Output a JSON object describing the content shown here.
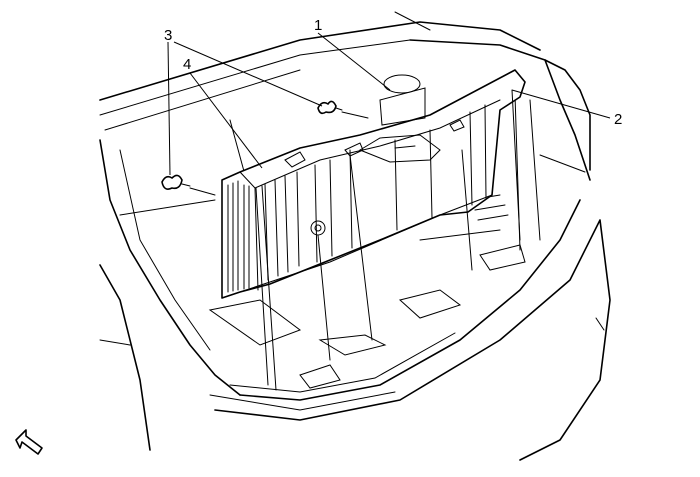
{
  "figure": {
    "callouts": [
      {
        "id": "1",
        "label": "1"
      },
      {
        "id": "2",
        "label": "2"
      },
      {
        "id": "3",
        "label": "3"
      },
      {
        "id": "4",
        "label": "4"
      }
    ],
    "icons": {
      "orientation": "front-arrow-icon",
      "fastener": "push-pin-retainer-icon"
    }
  }
}
